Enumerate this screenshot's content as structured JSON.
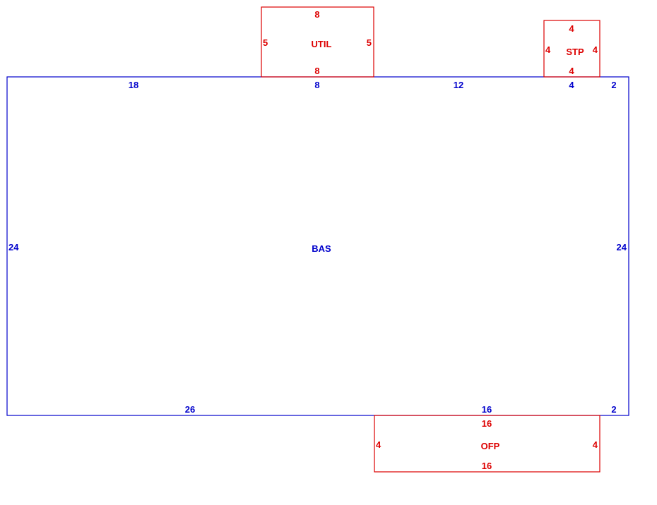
{
  "colors": {
    "main": "#0000cc",
    "addition": "#dd0000"
  },
  "areas": {
    "bas": {
      "label": "BAS",
      "top_segments": [
        "18",
        "8",
        "12",
        "4",
        "2"
      ],
      "left": "24",
      "right": "24",
      "bottom_segments": [
        "26",
        "16",
        "2"
      ]
    },
    "util": {
      "label": "UTIL",
      "top": "8",
      "bottom": "8",
      "left": "5",
      "right": "5"
    },
    "stp": {
      "label": "STP",
      "top": "4",
      "bottom": "4",
      "left": "4",
      "right": "4"
    },
    "ofp": {
      "label": "OFP",
      "top": "16",
      "bottom": "16",
      "left": "4",
      "right": "4"
    }
  }
}
